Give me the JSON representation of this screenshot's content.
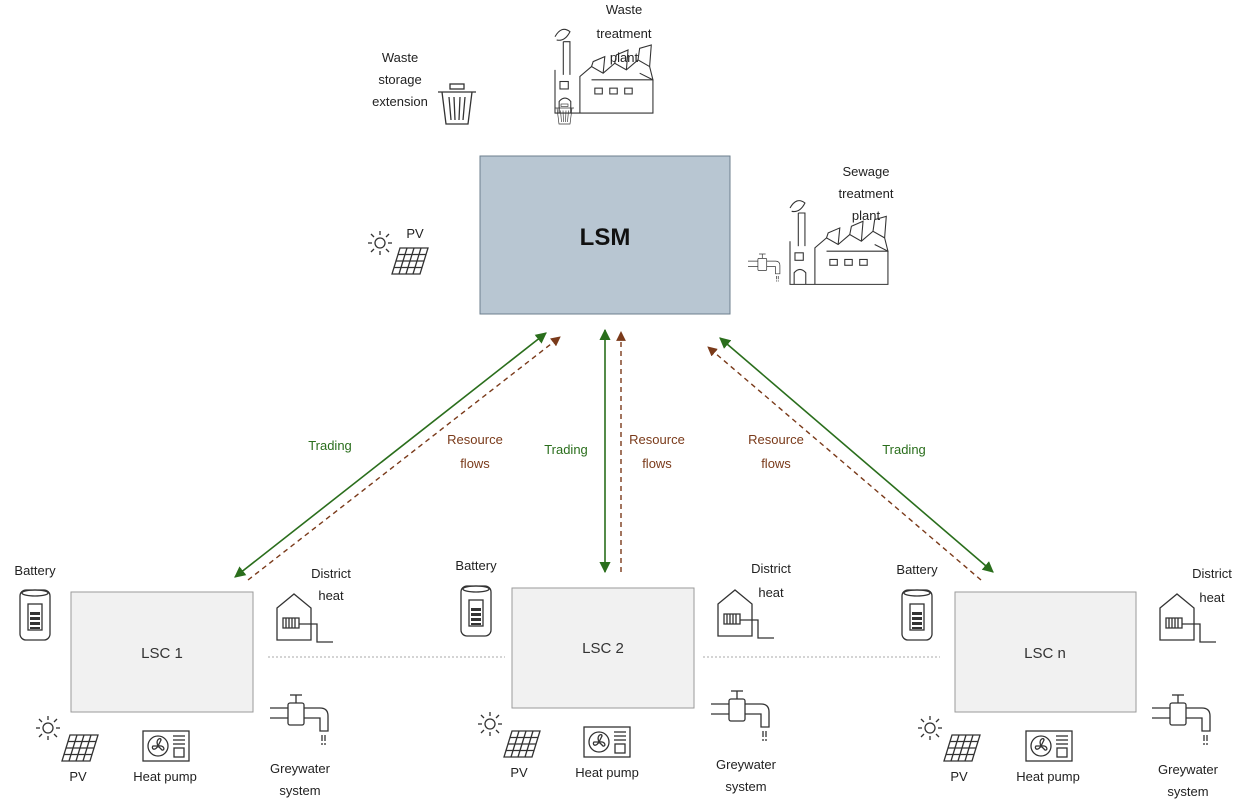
{
  "lsm": {
    "title": "LSM"
  },
  "top_labels": {
    "waste_storage": [
      "Waste",
      "storage",
      "extension"
    ],
    "waste_treatment": [
      "Waste",
      "treatment",
      "plant"
    ],
    "sewage_treatment": [
      "Sewage",
      "treatment",
      "plant"
    ],
    "pv": "PV"
  },
  "flows": {
    "trading": "Trading",
    "resource": [
      "Resource",
      "flows"
    ]
  },
  "communities": [
    {
      "title": "LSC 1",
      "battery": "Battery",
      "district_heat": [
        "District",
        "heat"
      ],
      "pv": "PV",
      "heat_pump": "Heat pump",
      "greywater": [
        "Greywater",
        "system"
      ]
    },
    {
      "title": "LSC 2",
      "battery": "Battery",
      "district_heat": [
        "District",
        "heat"
      ],
      "pv": "PV",
      "heat_pump": "Heat pump",
      "greywater": [
        "Greywater",
        "system"
      ]
    },
    {
      "title": "LSC n",
      "battery": "Battery",
      "district_heat": [
        "District",
        "heat"
      ],
      "pv": "PV",
      "heat_pump": "Heat pump",
      "greywater": [
        "Greywater",
        "system"
      ]
    }
  ],
  "colors": {
    "trading_arrow": "#2a6e1c",
    "resource_arrow": "#7a3a1a",
    "lsm_fill": "#b8c6d2",
    "lsc_fill": "#f1f1f1"
  }
}
